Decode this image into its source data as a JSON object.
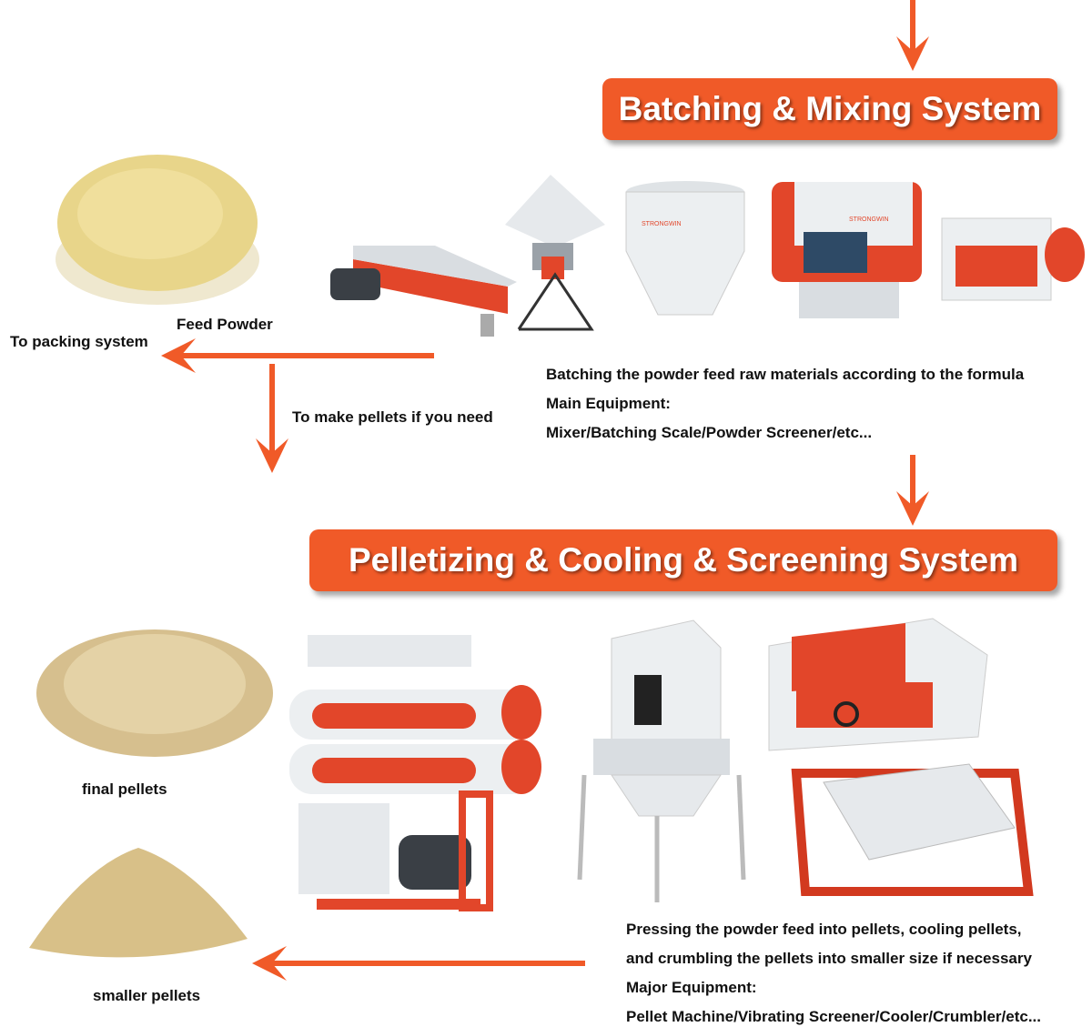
{
  "colors": {
    "accent": "#f05a28",
    "machine_red": "#e2462a",
    "machine_white": "#e9ecef"
  },
  "batching": {
    "title": "Batching & Mixing System",
    "description": [
      "Batching the powder feed raw materials according to the formula",
      "Main Equipment:",
      "Mixer/Batching Scale/Powder Screener/etc..."
    ],
    "brand": "STRONGWIN"
  },
  "feed_powder": {
    "label": "Feed Powder"
  },
  "to_packing": {
    "label": "To packing system"
  },
  "to_pellets": {
    "label": "To make pellets if you need"
  },
  "pelletizing": {
    "title": "Pelletizing & Cooling & Screening System",
    "description": [
      "Pressing the powder feed into pellets, cooling pellets,",
      "and crumbling the pellets into smaller size if necessary",
      "Major Equipment:",
      "Pellet Machine/Vibrating Screener/Cooler/Crumbler/etc..."
    ]
  },
  "final_pellets": {
    "label": "final pellets"
  },
  "smaller_pellets": {
    "label": "smaller pellets"
  }
}
